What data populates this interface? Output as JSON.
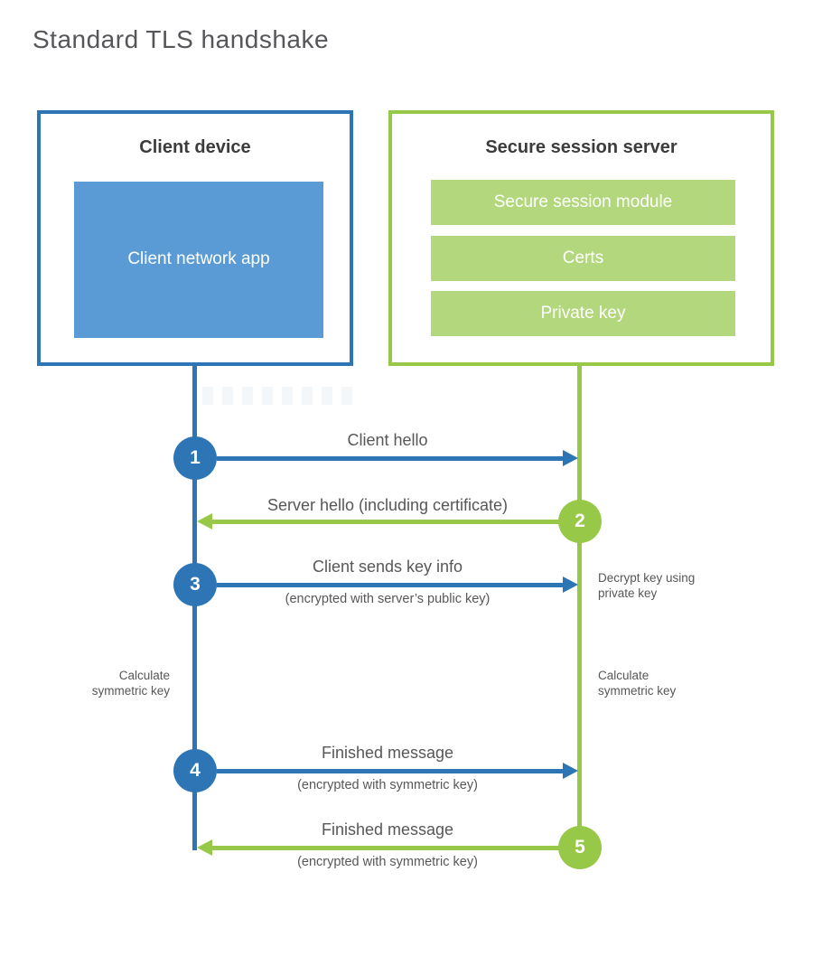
{
  "title": "Standard TLS handshake",
  "colors": {
    "blue": "#2e75b6",
    "blue_light": "#5b9bd5",
    "green": "#97c848",
    "green_light": "#b3d77d"
  },
  "client_box": {
    "title": "Client device",
    "app_label": "Client network app"
  },
  "server_box": {
    "title": "Secure session server",
    "modules": [
      "Secure session module",
      "Certs",
      "Private key"
    ]
  },
  "steps": [
    {
      "num": "1",
      "label": "Client hello",
      "direction": "right",
      "color": "blue"
    },
    {
      "num": "2",
      "label": "Server hello (including certificate)",
      "direction": "left",
      "color": "green"
    },
    {
      "num": "3",
      "label": "Client sends key info",
      "sublabel": "(encrypted with server’s public key)",
      "direction": "right",
      "color": "blue"
    },
    {
      "num": "4",
      "label": "Finished message",
      "sublabel": "(encrypted with symmetric key)",
      "direction": "right",
      "color": "blue"
    },
    {
      "num": "5",
      "label": "Finished message",
      "sublabel": "(encrypted with symmetric key)",
      "direction": "left",
      "color": "green"
    }
  ],
  "side_notes": {
    "decrypt": "Decrypt key using\nprivate key",
    "calc_left": "Calculate\nsymmetric key",
    "calc_right": "Calculate\nsymmetric key"
  }
}
